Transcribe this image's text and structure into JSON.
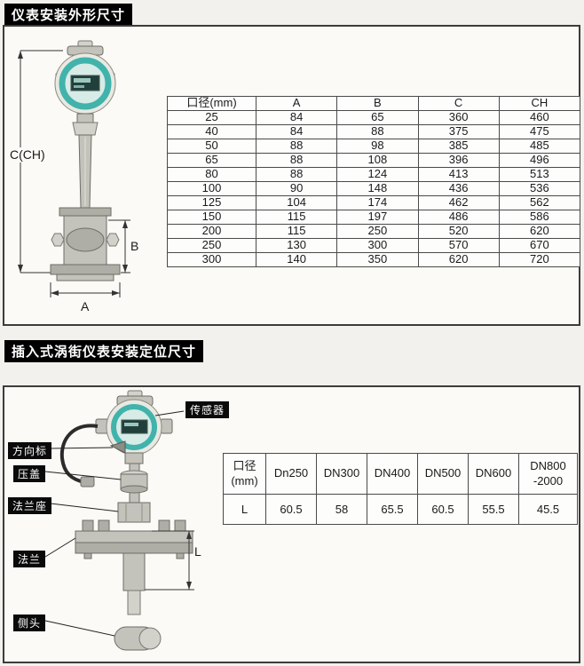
{
  "colors": {
    "teal_ring": "#41b3ab",
    "lcd_dark": "#21403c",
    "title_bg": "#000000",
    "title_fg": "#ffffff"
  },
  "section1": {
    "title": "仪表安装外形尺寸",
    "drawing": {
      "dim_c_label": "C(CH)",
      "dim_b_label": "B",
      "dim_a_label": "A"
    },
    "table": {
      "headers": [
        "口径(mm)",
        "A",
        "B",
        "C",
        "CH"
      ],
      "rows": [
        [
          "25",
          "84",
          "65",
          "360",
          "460"
        ],
        [
          "40",
          "84",
          "88",
          "375",
          "475"
        ],
        [
          "50",
          "88",
          "98",
          "385",
          "485"
        ],
        [
          "65",
          "88",
          "108",
          "396",
          "496"
        ],
        [
          "80",
          "88",
          "124",
          "413",
          "513"
        ],
        [
          "100",
          "90",
          "148",
          "436",
          "536"
        ],
        [
          "125",
          "104",
          "174",
          "462",
          "562"
        ],
        [
          "150",
          "115",
          "197",
          "486",
          "586"
        ],
        [
          "200",
          "115",
          "250",
          "520",
          "620"
        ],
        [
          "250",
          "130",
          "300",
          "570",
          "670"
        ],
        [
          "300",
          "140",
          "350",
          "620",
          "720"
        ]
      ]
    }
  },
  "section2": {
    "title": "插入式涡街仪表安装定位尺寸",
    "drawing": {
      "labels": {
        "sensor": "传感器",
        "direction_marker": "方向标",
        "gland": "压盖",
        "flange_seat": "法兰座",
        "flange": "法兰",
        "probe": "侧头"
      },
      "dim_l_label": "L"
    },
    "table": {
      "headers": [
        "口径\n(mm)",
        "Dn250",
        "DN300",
        "DN400",
        "DN500",
        "DN600",
        "DN800\n-2000"
      ],
      "rows": [
        [
          "L",
          "60.5",
          "58",
          "65.5",
          "60.5",
          "55.5",
          "45.5"
        ]
      ]
    }
  }
}
